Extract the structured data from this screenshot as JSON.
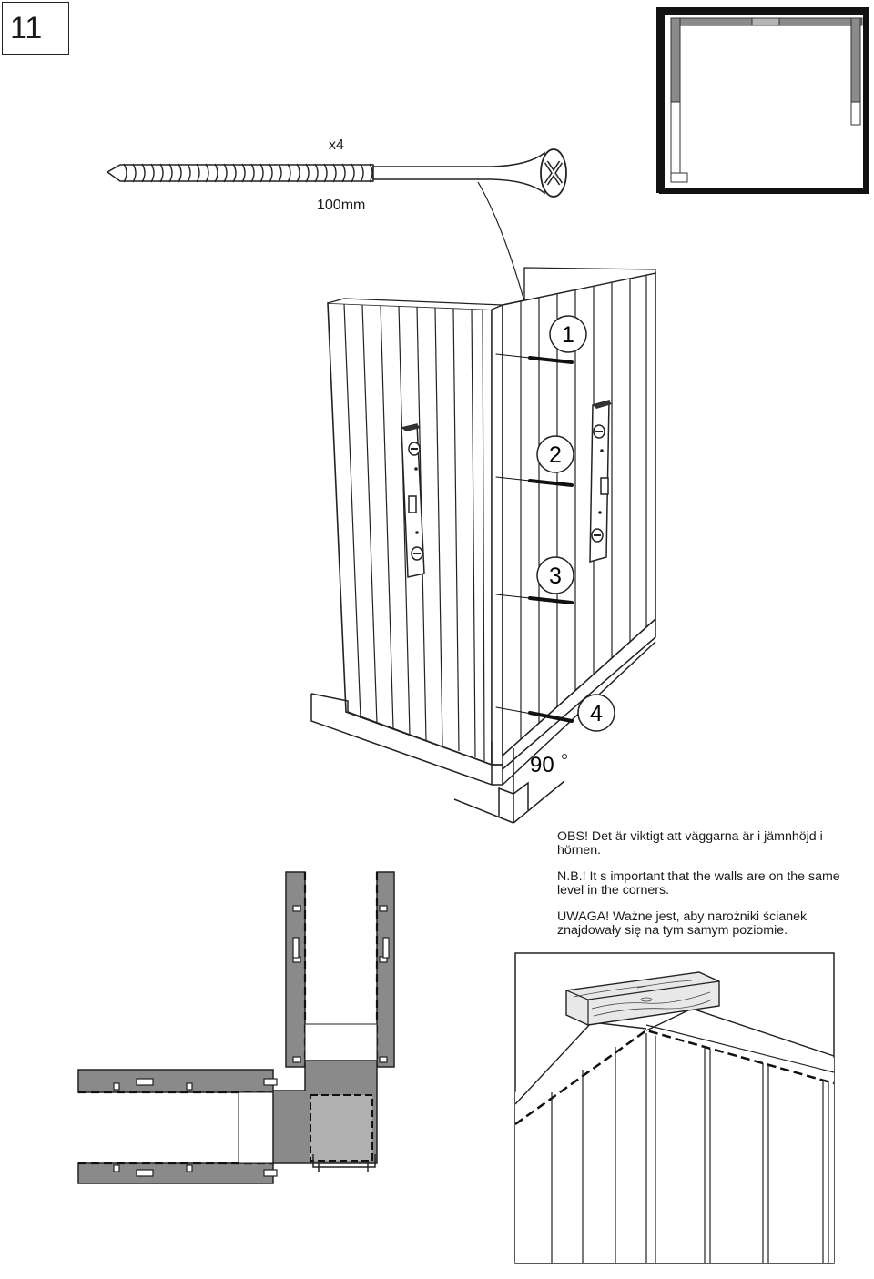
{
  "page": {
    "step_number": "11"
  },
  "screw": {
    "quantity_label": "x4",
    "length_label": "100mm"
  },
  "screw_positions": [
    "1",
    "2",
    "3",
    "4"
  ],
  "angle_label": "90",
  "notes": {
    "swedish": "OBS! Det är viktigt att väggarna är i jämnhöjd i hörnen.",
    "english": "N.B.! It s important that the walls are on the same level in the corners.",
    "polish": "UWAGA! Ważne jest, aby narożniki ścianek znajdowały się na tym samym poziomie."
  }
}
